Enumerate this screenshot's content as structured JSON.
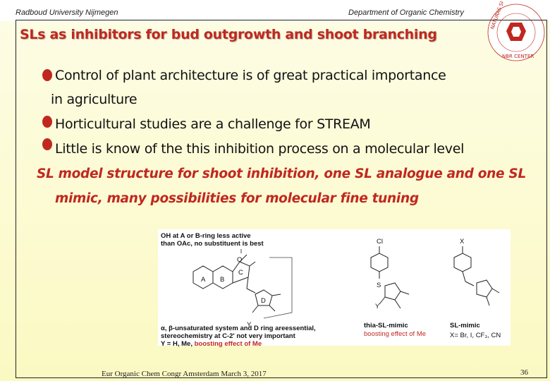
{
  "header": {
    "left": "Radboud University Nijmegen",
    "right": "Department of Organic Chemistry"
  },
  "logo": {
    "ring_text": "NATURAS SPECIES RATIOQUE",
    "bottom_text": "NBR CENTER"
  },
  "title": "SLs as inhibitors for bud outgrowth and shoot branching",
  "bullets": [
    {
      "line1": "Control of plant architecture is of great practical importance",
      "line2": "in agriculture"
    },
    {
      "line1": "Horticultural studies are a challenge for STREAM"
    },
    {
      "line1": "Little is know of the this inhibition process on a molecular level"
    }
  ],
  "emphasis": {
    "line1": "SL model structure for shoot inhibition, one SL analogue and one SL",
    "line2": "mimic, many possibilities for molecular fine tuning"
  },
  "scheme": {
    "note_top": [
      "OH at A or B-ring less active",
      "than OAc, no substituent is best"
    ],
    "rings": {
      "a": "A",
      "b": "B",
      "c": "C",
      "d": "D"
    },
    "atoms": {
      "o": "O",
      "y": "Y",
      "cl": "Cl",
      "x": "X",
      "s": "S"
    },
    "note_bottom": [
      "α, β-unsaturated system and D ring areessential,",
      "stereochemistry at C-2' not very important"
    ],
    "y_line_prefix": "Y = H, Me, ",
    "y_line_highlight": "boosting effect of Me",
    "thia_title": "thia-SL-mimic",
    "thia_note": "boosting effect of Me",
    "mimic_title": "SL-mimic",
    "mimic_note": "X= Br, I, CF₃, CN"
  },
  "footer": "Eur Organic Chem Congr Amsterdam March 3, 2017",
  "page_number": "36",
  "colors": {
    "accent": "#c0281f",
    "background": "#fbf9c2"
  }
}
